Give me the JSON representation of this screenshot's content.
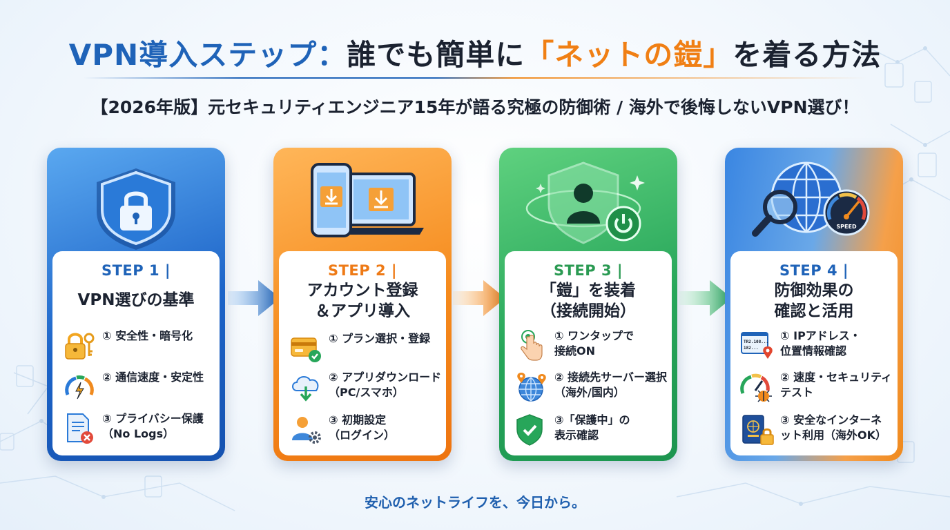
{
  "title": {
    "part1": "VPN導入ステップ：",
    "part2": "誰でも簡単に",
    "part3": "「ネットの鎧」",
    "part4": "を着る方法"
  },
  "subtitle": "【2026年版】元セキュリティエンジニア15年が語る究極の防御術 / 海外で後悔しないVPN選び！",
  "steps": [
    {
      "label": "STEP 1 |",
      "name_lines": [
        "VPN選びの基準"
      ],
      "items": [
        {
          "icon": "lock-key-icon",
          "lines": [
            "① 安全性・暗号化"
          ]
        },
        {
          "icon": "speed-gauge-icon",
          "lines": [
            "② 通信速度・安定性"
          ]
        },
        {
          "icon": "document-x-icon",
          "lines": [
            "③ プライバシー保護",
            "（No Logs）"
          ]
        }
      ],
      "hero_icon": "shield-lock-icon"
    },
    {
      "label": "STEP 2 |",
      "name_lines": [
        "アカウント登録",
        "＆アプリ導入"
      ],
      "items": [
        {
          "icon": "credit-card-icon",
          "lines": [
            "① プラン選択・登録"
          ]
        },
        {
          "icon": "cloud-download-icon",
          "lines": [
            "② アプリダウンロード",
            "（PC/スマホ）"
          ]
        },
        {
          "icon": "user-gear-icon",
          "lines": [
            "③ 初期設定",
            "（ログイン）"
          ]
        }
      ],
      "hero_icon": "phone-laptop-download-icon"
    },
    {
      "label": "STEP 3 |",
      "name_lines": [
        "「鎧」を装着",
        "（接続開始）"
      ],
      "items": [
        {
          "icon": "tap-finger-icon",
          "lines": [
            "① ワンタップで",
            "接続ON"
          ]
        },
        {
          "icon": "globe-pin-icon",
          "lines": [
            "② 接続先サーバー選択",
            "（海外/国内）"
          ]
        },
        {
          "icon": "shield-check-icon",
          "lines": [
            "③「保護中」の",
            "表示確認"
          ]
        }
      ],
      "hero_icon": "user-shield-power-icon"
    },
    {
      "label": "STEP 4 |",
      "name_lines": [
        "防御効果の",
        "確認と活用"
      ],
      "items": [
        {
          "icon": "ip-location-icon",
          "lines": [
            "① IPアドレス・",
            "位置情報確認"
          ],
          "icon_text": [
            "TR2.108...",
            "182..."
          ]
        },
        {
          "icon": "speed-bug-icon",
          "lines": [
            "② 速度・セキュリティ",
            "テスト"
          ]
        },
        {
          "icon": "passport-lock-icon",
          "lines": [
            "③ 安全なインターネ",
            "ット利用（海外OK）"
          ]
        }
      ],
      "hero_icon": "globe-magnifier-speed-icon",
      "hero_text": "SPEED"
    }
  ],
  "footer": "安心のネットライフを、今日から。",
  "colors": {
    "blue": "#1f63b8",
    "orange": "#f07f14",
    "green": "#27a65a",
    "dark": "#1b2230"
  }
}
